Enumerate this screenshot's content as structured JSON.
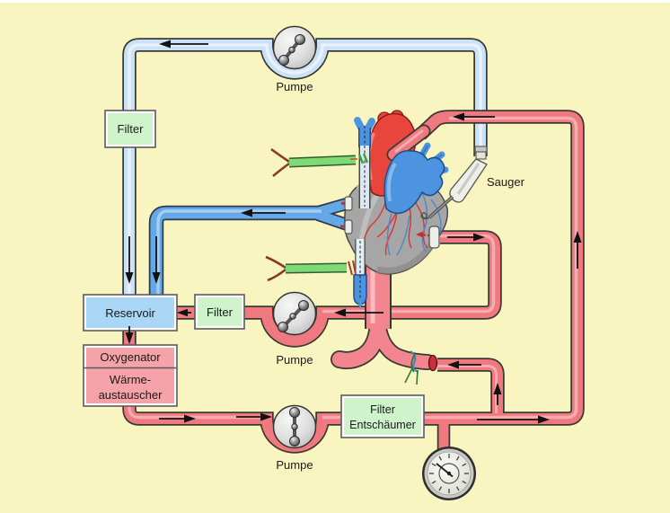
{
  "diagram": {
    "subject": "heart-lung-machine-schematic",
    "labels": {
      "pump_top": "Pumpe",
      "pump_middle": "Pumpe",
      "pump_bottom": "Pumpe",
      "filter_suction": "Filter",
      "filter_cardiotomy": "Filter",
      "reservoir": "Reservoir",
      "oxygenator": "Oxygenator",
      "heat_exchanger_line1": "Wärme-",
      "heat_exchanger_line2": "austauscher",
      "arterial_filter_line1": "Filter",
      "arterial_filter_line2": "Entschäumer",
      "suction": "Sauger"
    },
    "colors": {
      "background": "#F9F5C0",
      "suction_tube_blue": "#C9E2F7",
      "venous_tube_blue": "#64A8E8",
      "arterial_tube_red": "#F0787F",
      "vessel_pink": "#F2858D",
      "aorta_red": "#E8463C",
      "pulmonary_blue": "#4D94E0",
      "box_green": "#CFF4CC",
      "box_blue": "#A9D7F5",
      "box_pink": "#F5A2A8"
    },
    "icons": [
      "roller-pump-icon",
      "pressure-gauge-icon",
      "suction-device-icon",
      "tube-clamp-icon",
      "heart-illustration"
    ]
  }
}
